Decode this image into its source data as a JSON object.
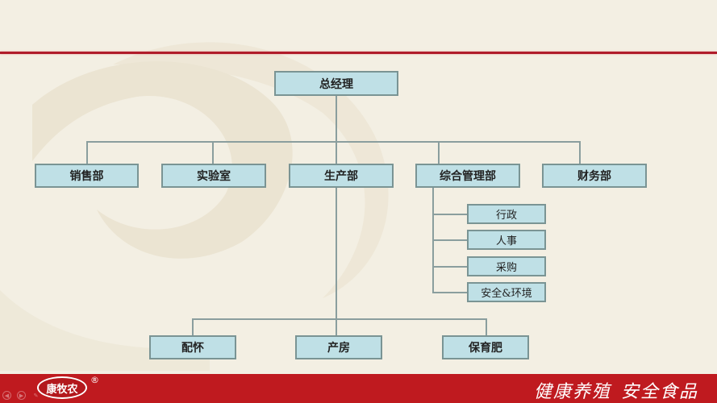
{
  "header": {
    "accent_color": "#b01c2a"
  },
  "chart": {
    "root": {
      "label": "总经理"
    },
    "departments": [
      {
        "label": "销售部"
      },
      {
        "label": "实验室"
      },
      {
        "label": "生产部"
      },
      {
        "label": "综合管理部"
      },
      {
        "label": "财务部"
      }
    ],
    "admin_sub_units": [
      {
        "label": "行政"
      },
      {
        "label": "人事"
      },
      {
        "label": "采购"
      },
      {
        "label": "安全&环境"
      }
    ],
    "production_sub_units": [
      {
        "label": "配怀"
      },
      {
        "label": "产房"
      },
      {
        "label": "保育肥"
      }
    ],
    "colors": {
      "box_fill": "#bfe0e6",
      "box_border": "#7a9494",
      "connector": "#8a9e9e"
    }
  },
  "footer": {
    "logo_text": "康牧农",
    "registered_mark": "®",
    "slogan_left": "健康养殖",
    "slogan_right": "安全食品",
    "nav_icons": [
      "prev-slide-icon",
      "next-slide-icon",
      "pen-icon",
      "menu-icon"
    ],
    "background_color": "#bf1a1f"
  }
}
